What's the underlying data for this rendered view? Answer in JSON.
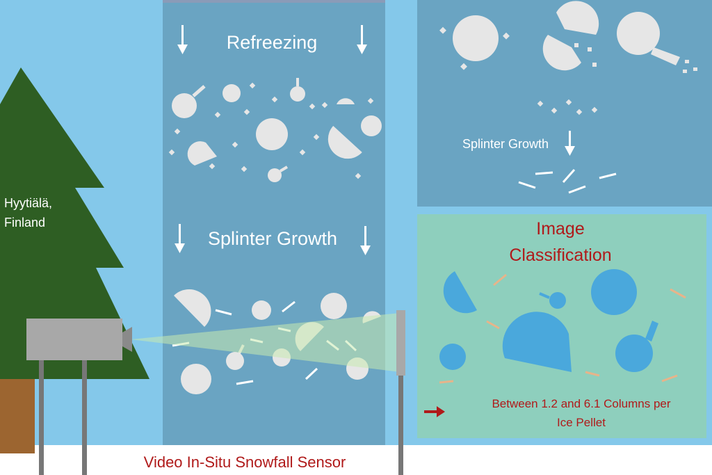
{
  "location": {
    "line1": "Hyytiälä,",
    "line2": "Finland"
  },
  "column": {
    "stage1": "Refreezing",
    "stage2": "Splinter Growth"
  },
  "inset": {
    "stage": "Splinter Growth"
  },
  "classification": {
    "title_line1": "Image",
    "title_line2": "Classification",
    "result_line1": "Between 1.2 and 6.1 Columns per",
    "result_line2": "Ice Pellet"
  },
  "sensor": {
    "label": "Video In-Situ Snowfall Sensor"
  },
  "colors": {
    "sky": "#84c8ea",
    "column": "#6aa4c2",
    "panel_green": "#8ecfbd",
    "tree": "#2e5e23",
    "trunk": "#9c6530",
    "accent_red": "#b01a1a",
    "particle_blue": "#4aa8dc"
  }
}
